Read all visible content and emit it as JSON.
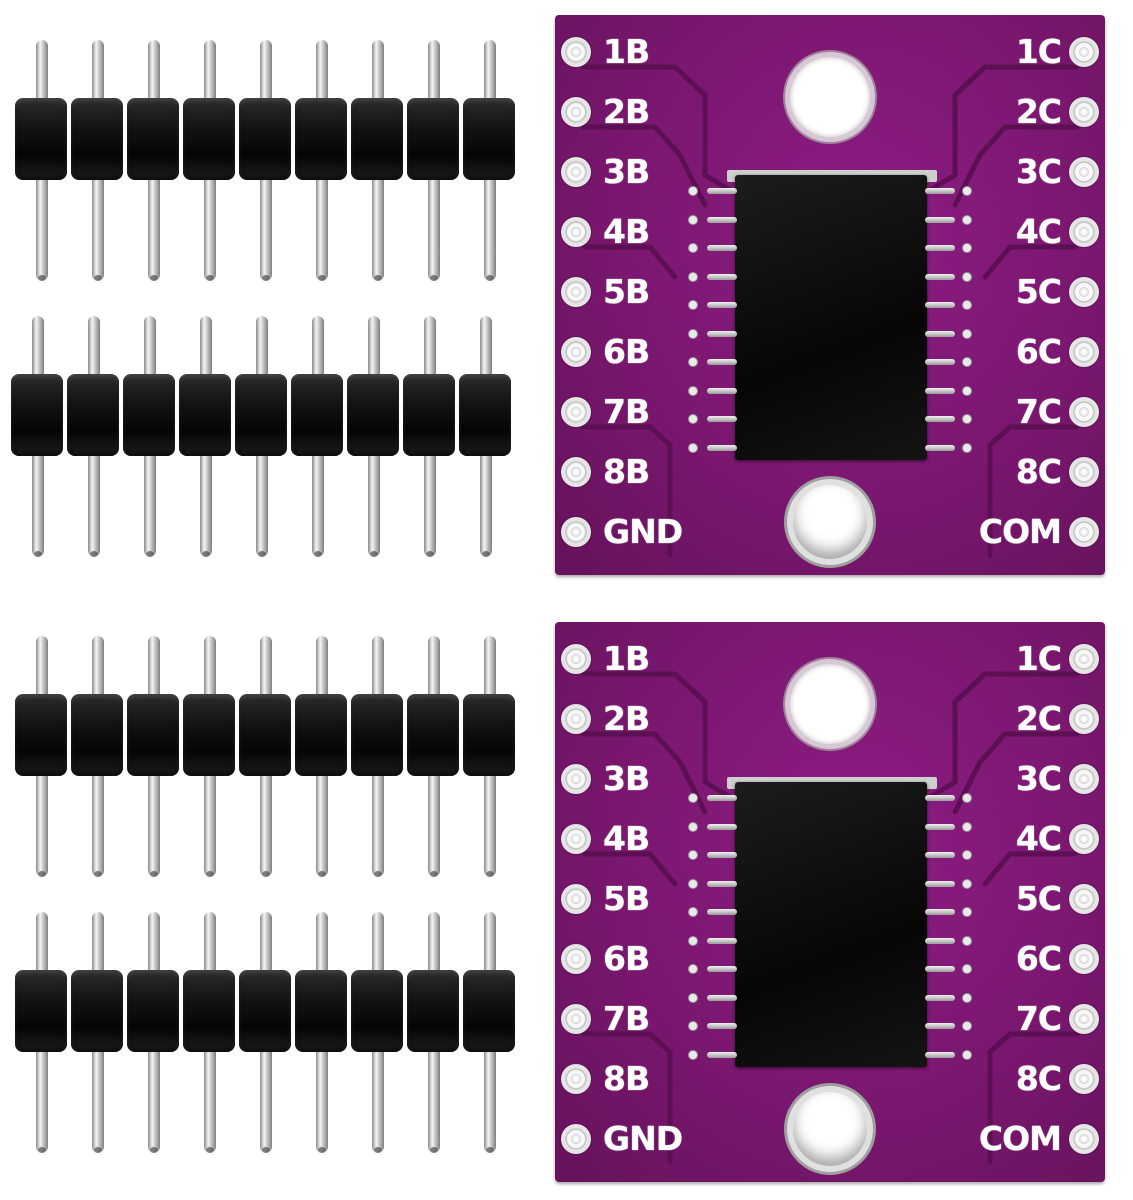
{
  "image": {
    "subject": "two pin headers per module and two purple breakout boards with a 20-pin chip",
    "colors": {
      "board": "#7a176f",
      "chip": "#0a0a0a",
      "pin_plastic": "#111111",
      "pin_metal": "#d8d8d8",
      "silkscreen": "#ffffff",
      "background": "#ffffff"
    }
  },
  "boards": [
    {
      "left_labels": [
        "1B",
        "2B",
        "3B",
        "4B",
        "5B",
        "6B",
        "7B",
        "8B",
        "GND"
      ],
      "right_labels": [
        "1C",
        "2C",
        "3C",
        "4C",
        "5C",
        "6C",
        "7C",
        "8C",
        "COM"
      ]
    },
    {
      "left_labels": [
        "1B",
        "2B",
        "3B",
        "4B",
        "5B",
        "6B",
        "7B",
        "8B",
        "GND"
      ],
      "right_labels": [
        "1C",
        "2C",
        "3C",
        "4C",
        "5C",
        "6C",
        "7C",
        "8C",
        "COM"
      ]
    }
  ],
  "pin_headers": {
    "count": 4,
    "pins_per_header": 9
  }
}
